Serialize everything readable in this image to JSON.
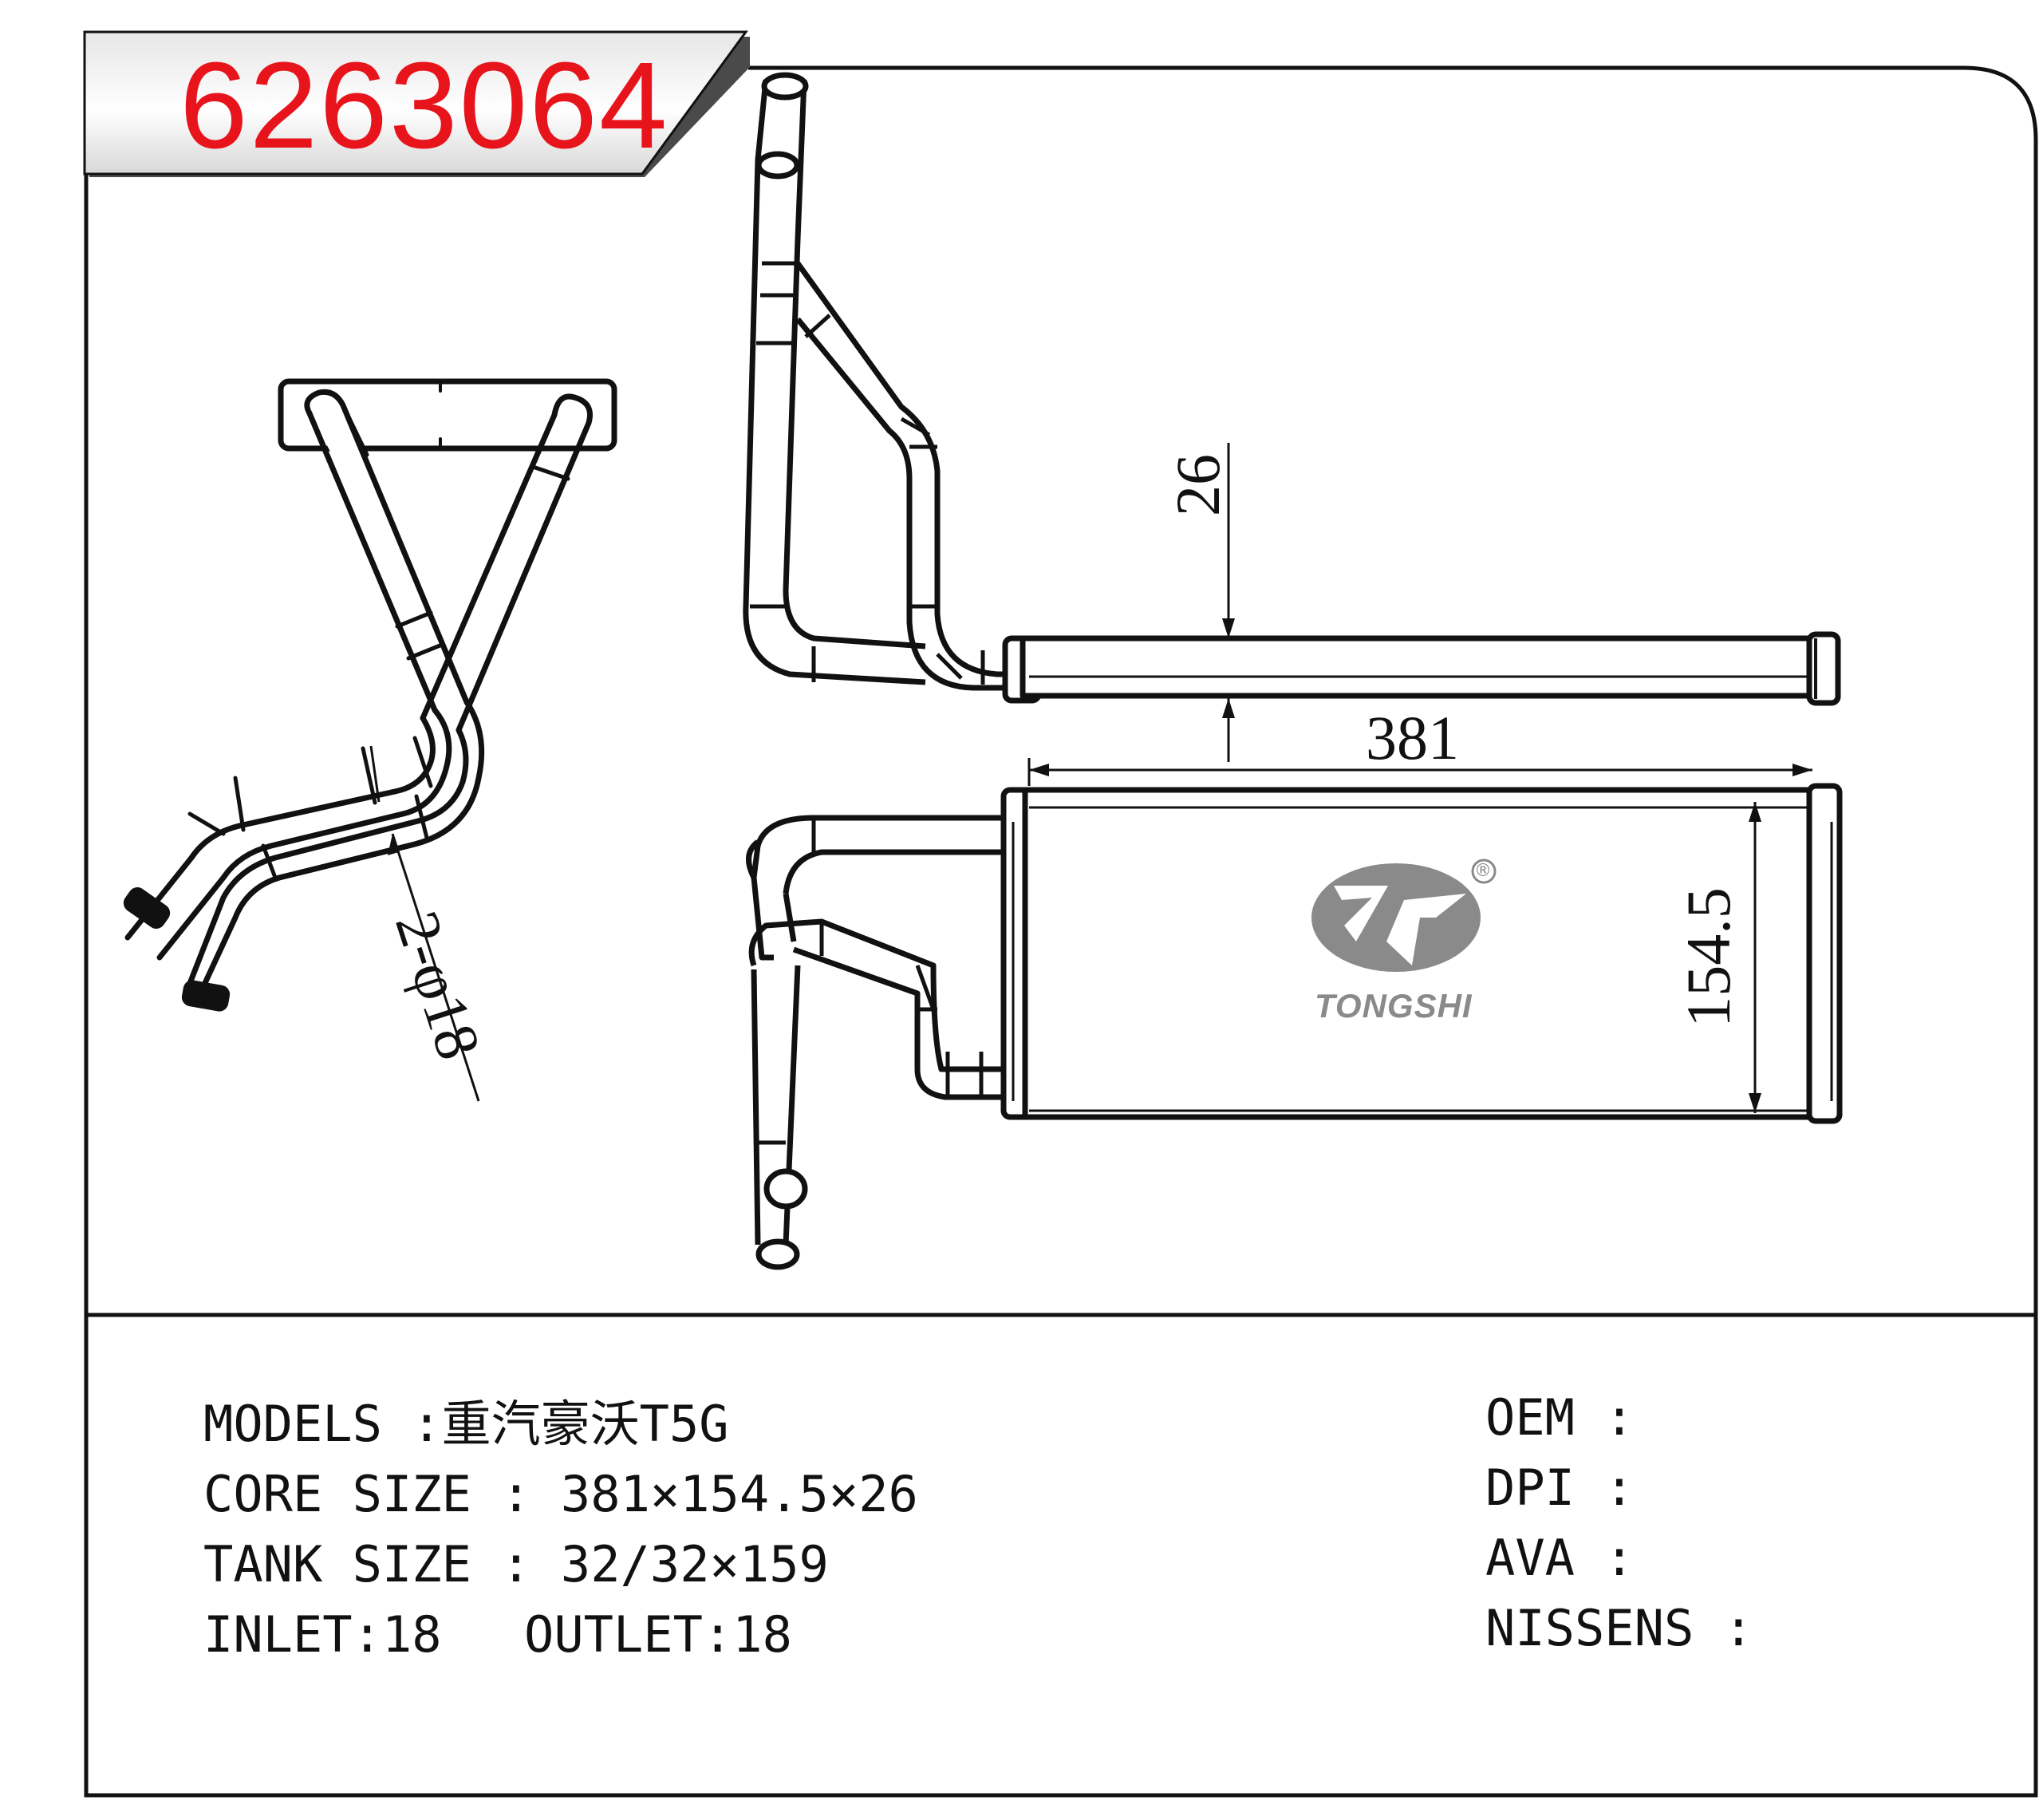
{
  "header": {
    "part_number": "6263064"
  },
  "drawing": {
    "dim_width": "381",
    "dim_height": "154.5",
    "dim_thickness": "26",
    "pipe_diameter": "2-φ18",
    "logo_text": "TONGSHI",
    "registered_mark": "®",
    "logo_color": "#8a8a8a"
  },
  "specs": {
    "models": "MODELS :重汽豪沃T5G",
    "core_size": "CORE SIZE : 381×154.5×26",
    "tank_size": "TANK SIZE : 32/32×159",
    "inlet": "INLET:18",
    "outlet": "OUTLET:18",
    "oem": "OEM :",
    "dpi": "DPI :",
    "ava": "AVA :",
    "nissens": "NISSENS :"
  },
  "colors": {
    "part_number": "#e8141c",
    "line": "#111111"
  }
}
